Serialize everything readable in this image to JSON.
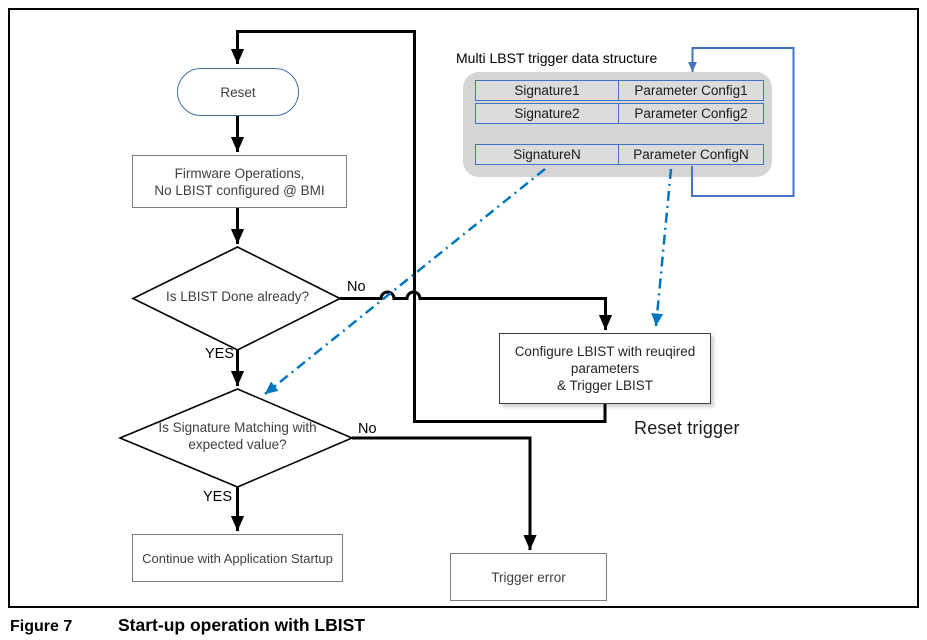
{
  "figure": {
    "caption_label": "Figure 7",
    "caption_title": "Start-up operation with LBIST"
  },
  "flowchart": {
    "nodes": {
      "reset": {
        "label": "Reset"
      },
      "firmware": {
        "line1": "Firmware Operations,",
        "line2": "No LBIST configured @ BMI"
      },
      "decision1": {
        "label": "Is LBIST Done already?"
      },
      "decision2": {
        "line1": "Is Signature Matching with",
        "line2": "expected value?"
      },
      "configure": {
        "line1": "Configure LBIST with reuqired",
        "line2": "parameters",
        "line3": "& Trigger LBIST"
      },
      "continue": {
        "label": "Continue with Application Startup"
      },
      "trigger_error": {
        "label": "Trigger error"
      }
    },
    "edge_labels": {
      "no1": "No",
      "yes1": "YES",
      "no2": "No",
      "yes2": "YES",
      "reset_trigger": "Reset trigger"
    }
  },
  "data_structure": {
    "title": "Multi LBST trigger data structure",
    "rows": [
      {
        "signature": "Signature1",
        "config": "Parameter Config1"
      },
      {
        "signature": "Signature2",
        "config": "Parameter Config2"
      },
      {
        "signature": "SignatureN",
        "config": "Parameter ConfigN"
      }
    ]
  },
  "colors": {
    "flow_line": "#000000",
    "accent_blue_dashed": "#0076c0",
    "table_border_blue": "#4472c4",
    "stadium_border_blue": "#41719c",
    "box_border_gray": "#7f7f7f",
    "container_gray": "#d5d5d5",
    "cell_gray": "#dcdcdc"
  }
}
